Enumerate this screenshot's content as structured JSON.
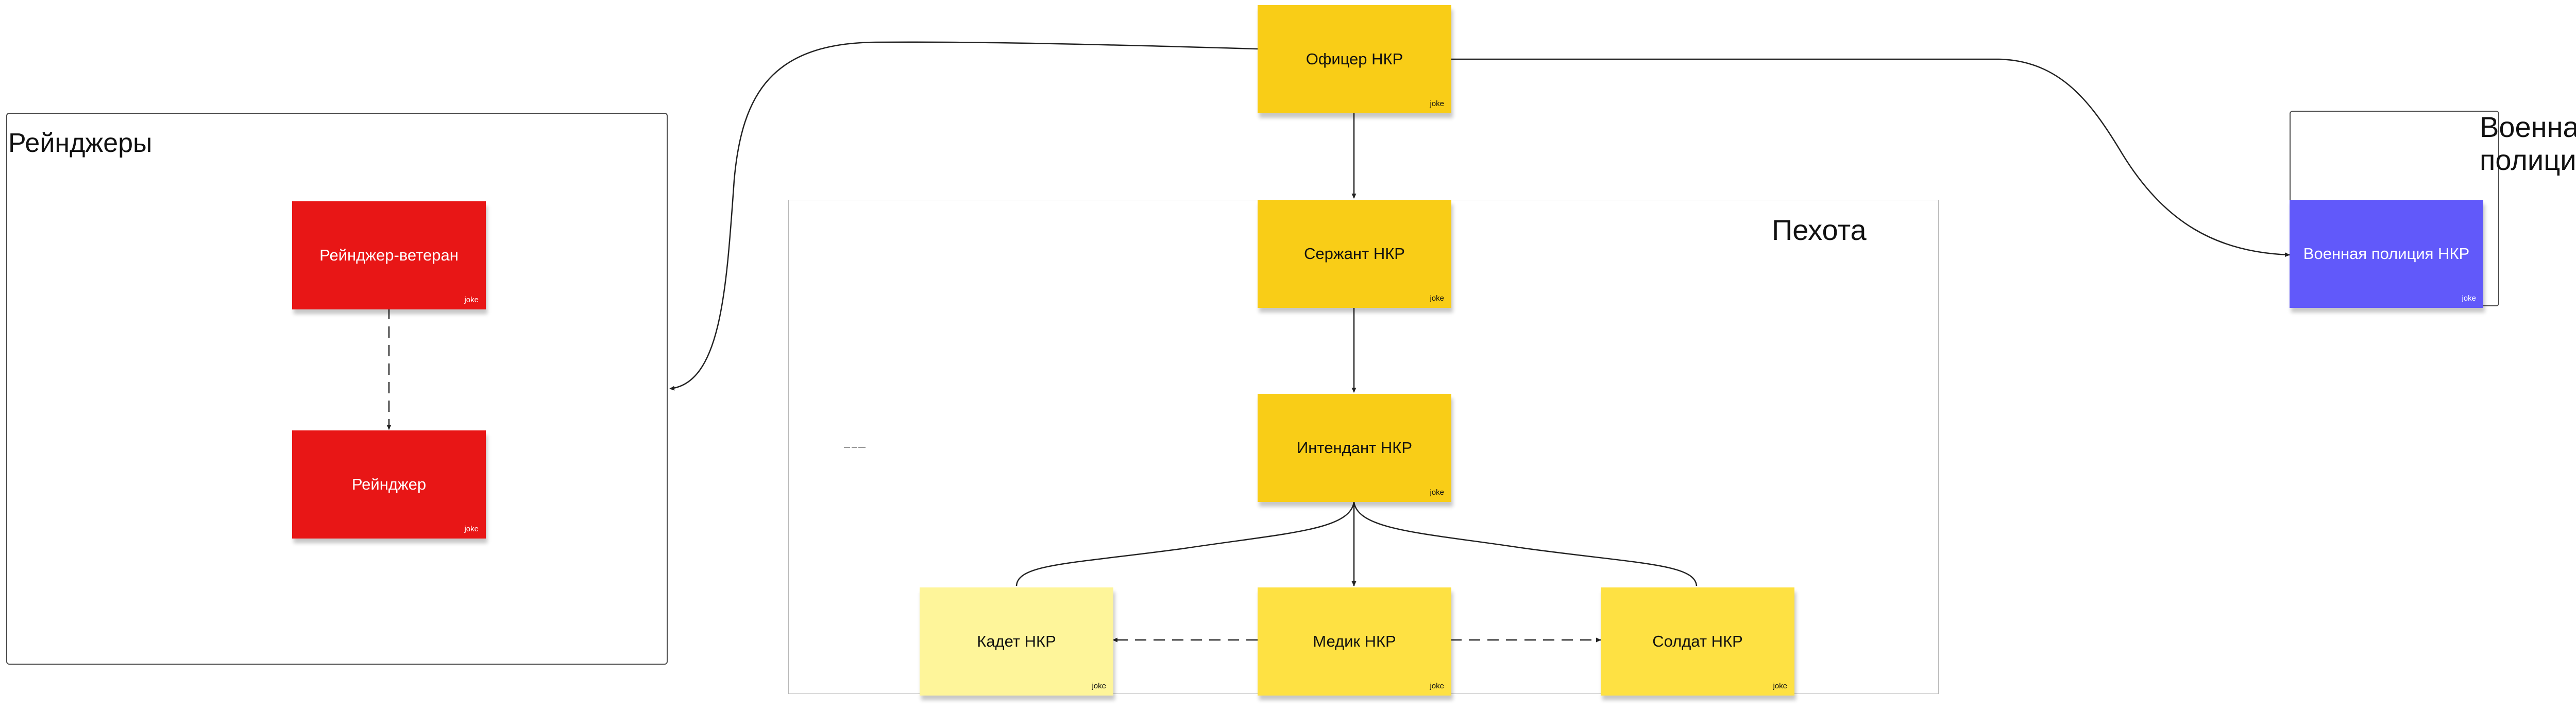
{
  "colors": {
    "sticky_yellow_dark": "#F9CD17",
    "sticky_yellow": "#FEE143",
    "sticky_yellow_light": "#FEF59A",
    "sticky_red": "#E81616",
    "sticky_blue": "#6159FA",
    "frame_border": "#4a4a4a",
    "connector": "#222222"
  },
  "frames": {
    "rangers": {
      "title": "Рейнджеры"
    },
    "infantry": {
      "title": "Пехота"
    },
    "military_police": {
      "title": "Военная полиция"
    }
  },
  "stickies": {
    "officer": {
      "label": "Офицер НКР",
      "author": "joke",
      "color": "sticky_yellow_dark"
    },
    "sergeant": {
      "label": "Сержант НКР",
      "author": "joke",
      "color": "sticky_yellow_dark"
    },
    "quartermaster": {
      "label": "Интендант НКР",
      "author": "joke",
      "color": "sticky_yellow_dark"
    },
    "cadet": {
      "label": "Кадет НКР",
      "author": "joke",
      "color": "sticky_yellow_light"
    },
    "medic": {
      "label": "Медик НКР",
      "author": "joke",
      "color": "sticky_yellow"
    },
    "soldier": {
      "label": "Солдат НКР",
      "author": "joke",
      "color": "sticky_yellow"
    },
    "veteran_ranger": {
      "label": "Рейнджер-ветеран",
      "author": "joke",
      "color": "sticky_red"
    },
    "ranger": {
      "label": "Рейнджер",
      "author": "joke",
      "color": "sticky_red"
    },
    "mp": {
      "label": "Военная полиция НКР",
      "author": "joke",
      "color": "sticky_blue"
    }
  },
  "connectors": [
    {
      "from": "officer",
      "to": "sergeant",
      "style": "solid"
    },
    {
      "from": "sergeant",
      "to": "quartermaster",
      "style": "solid"
    },
    {
      "from": "quartermaster",
      "to": "medic",
      "style": "solid"
    },
    {
      "from": "quartermaster",
      "to": "cadet",
      "style": "solid"
    },
    {
      "from": "quartermaster",
      "to": "soldier",
      "style": "solid"
    },
    {
      "from": "medic",
      "to": "cadet",
      "style": "dashed"
    },
    {
      "from": "medic",
      "to": "soldier",
      "style": "dashed"
    },
    {
      "from": "veteran_ranger",
      "to": "ranger",
      "style": "dashed"
    },
    {
      "from": "officer",
      "to": "rangers",
      "style": "solid"
    },
    {
      "from": "officer",
      "to": "mp",
      "style": "solid"
    }
  ]
}
